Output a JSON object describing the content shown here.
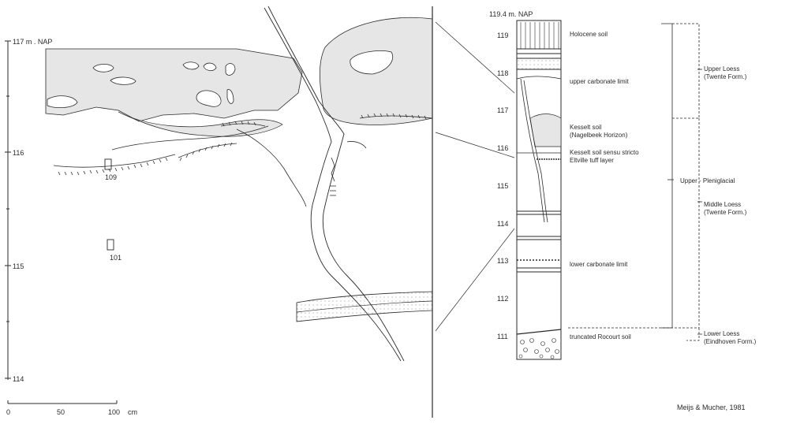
{
  "left_scale": {
    "top_label": "117 m . NAP",
    "ticks": [
      "116",
      "115",
      "114"
    ]
  },
  "sample_labels": [
    "109",
    "101"
  ],
  "bar_scale": {
    "labels": [
      "0",
      "50",
      "100",
      "cm"
    ]
  },
  "column": {
    "top_label": "119.4 m. NAP",
    "ticks": [
      "119",
      "118",
      "117",
      "116",
      "115",
      "114",
      "113",
      "112",
      "111"
    ]
  },
  "horizons": [
    "Holocene soil",
    "upper carbonate limit",
    "Kesselt soil",
    "(Nagelbeek Horizon)",
    "Kesselt soil sensu stricto",
    "Eltville tuff layer",
    "lower carbonate limit",
    "truncated Rocourt soil"
  ],
  "stratigraphy": {
    "upper_loess": [
      "Upper Loess",
      "(Twente Form.)"
    ],
    "upper_pleniglacial": "Upper - Pleniglacial",
    "middle_loess": [
      "Middle Loess",
      "(Twente Form.)"
    ],
    "lower_loess": [
      "Lower Loess",
      "(Eindhoven Form.)"
    ]
  },
  "citation": "Meijs & Mucher, 1981",
  "colors": {
    "line": "#2a2a2a",
    "fill": "#e6e6e6"
  }
}
